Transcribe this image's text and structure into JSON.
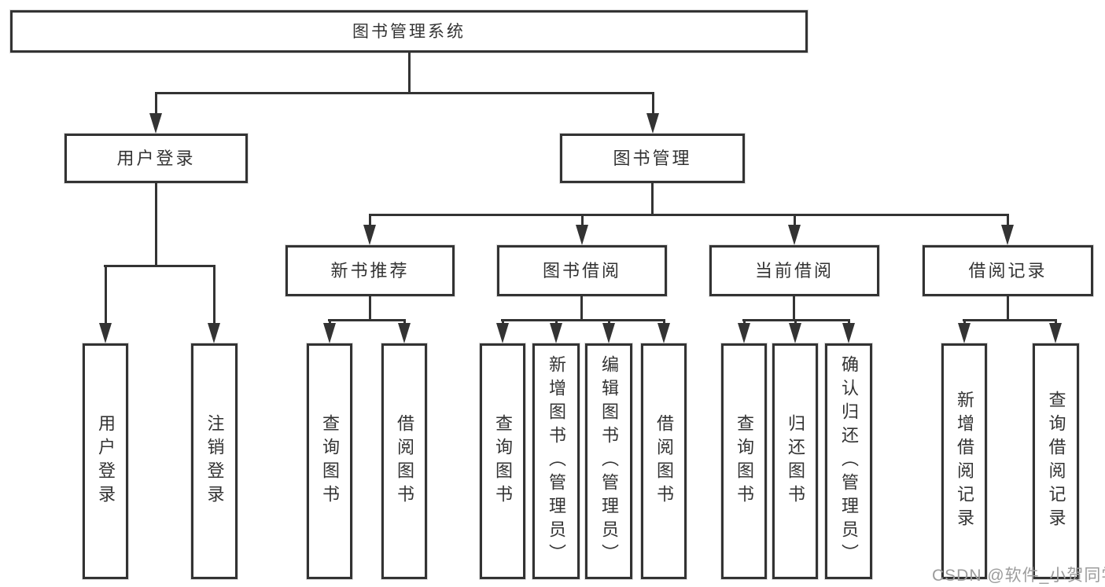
{
  "tree": {
    "label": "图书管理系统",
    "children": [
      {
        "label": "用户登录",
        "children": [
          {
            "label": "用户登录"
          },
          {
            "label": "注销登录"
          }
        ]
      },
      {
        "label": "图书管理",
        "children": [
          {
            "label": "新书推荐",
            "children": [
              {
                "label": "查询图书"
              },
              {
                "label": "借阅图书"
              }
            ]
          },
          {
            "label": "图书借阅",
            "children": [
              {
                "label": "查询图书"
              },
              {
                "label": "新增图书（管理员）"
              },
              {
                "label": "编辑图书（管理员）"
              },
              {
                "label": "借阅图书"
              }
            ]
          },
          {
            "label": "当前借阅",
            "children": [
              {
                "label": "查询图书"
              },
              {
                "label": "归还图书"
              },
              {
                "label": "确认归还（管理员）"
              }
            ]
          },
          {
            "label": "借阅记录",
            "children": [
              {
                "label": "新增借阅记录"
              },
              {
                "label": "查询借阅记录"
              }
            ]
          }
        ]
      }
    ]
  },
  "watermark": "CSDN @软件_小贺同学",
  "colors": {
    "line": "#333333",
    "box_border": "#333333",
    "text": "#333333",
    "watermark": "#9c9c9c",
    "background": "#ffffff"
  }
}
